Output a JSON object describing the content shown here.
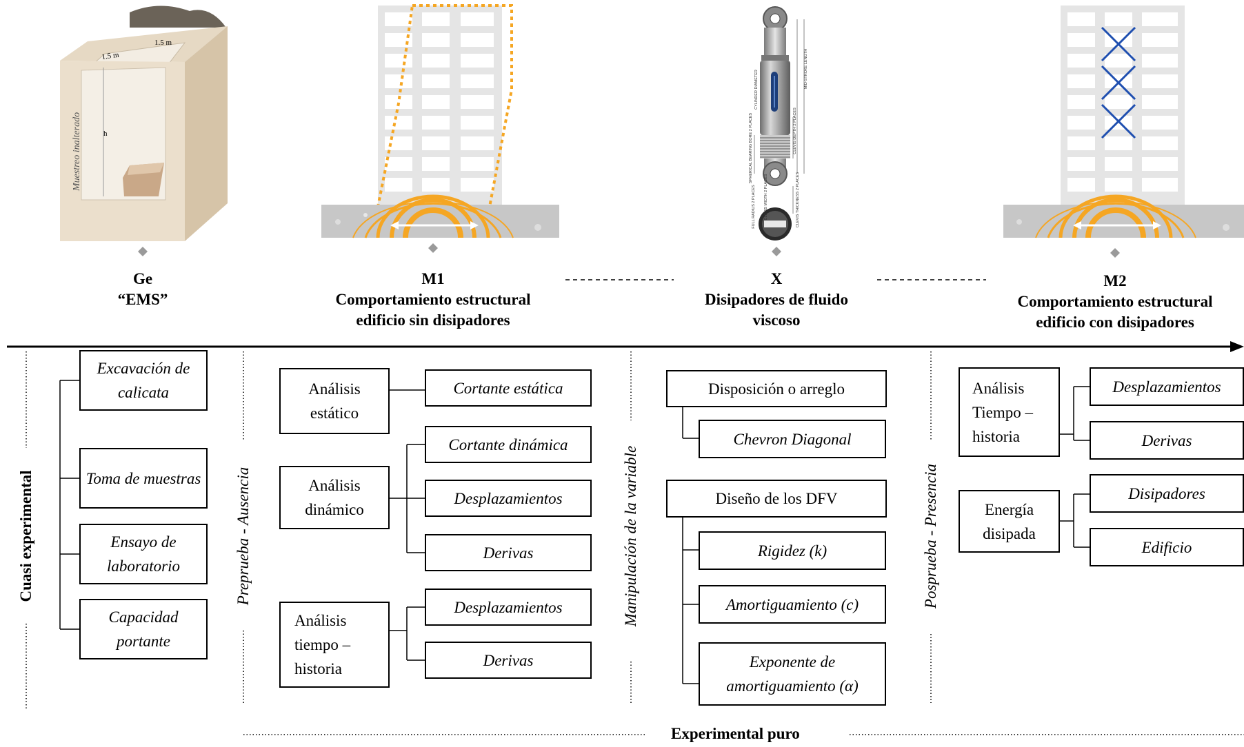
{
  "stages": [
    {
      "code": "Ge",
      "lines": [
        "“EMS”"
      ]
    },
    {
      "code": "M1",
      "lines": [
        "Comportamiento estructural",
        "edificio sin disipadores"
      ]
    },
    {
      "code": "X",
      "lines": [
        "Disipadores de fluido",
        "viscoso"
      ]
    },
    {
      "code": "M2",
      "lines": [
        "Comportamiento estructural",
        "edificio con disipadores"
      ]
    }
  ],
  "pit": {
    "dim1": "1.5 m",
    "dim2": "1.5 m",
    "h": "h",
    "side_label": "Muestreo inalterado"
  },
  "damper": {
    "labels": [
      "CYLINDER DIAMETER",
      "MID-STROKE LENGTH",
      "SPHERICAL BEARING BORE 2 PLACES",
      "CLEVIS DEPTH 2 PLACES",
      "CLEVIS WIDTH 2 PLACES",
      "CLEVIS THICKNESS 2 PLACES",
      "FULL RADIUS 2 PLACES"
    ]
  },
  "section_labels": {
    "cuasi": "Cuasi experimental",
    "preprueba": "Preprueba - Ausencia",
    "manipulacion": "Manipulación de la variable",
    "posprueba": "Posprueba - Presencia",
    "puro": "Experimental puro"
  },
  "boxes": {
    "excavacion": "Excavación de calicata",
    "toma": "Toma de muestras",
    "ensayo": "Ensayo de laboratorio",
    "capacidad": "Capacidad portante",
    "estatico": "Análisis estático",
    "cortante_estatica": "Cortante estática",
    "dinamico": "Análisis dinámico",
    "cortante_dinamica": "Cortante dinámica",
    "desp1": "Desplazamientos",
    "derivas1": "Derivas",
    "tiempo1": "Análisis tiempo – historia",
    "desp2": "Desplazamientos",
    "derivas2": "Derivas",
    "disposicion": "Disposición o arreglo",
    "chevron": "Chevron Diagonal",
    "diseno": "Diseño de los DFV",
    "rigidez": "Rigidez (k)",
    "amort": "Amortiguamiento (c)",
    "exponente": "Exponente de amortiguamiento (α)",
    "tiempo2": "Análisis Tiempo – historia",
    "desp3": "Desplazamientos",
    "derivas3": "Derivas",
    "energia": "Energía disipada",
    "disipadores": "Disipadores",
    "edificio": "Edificio"
  }
}
